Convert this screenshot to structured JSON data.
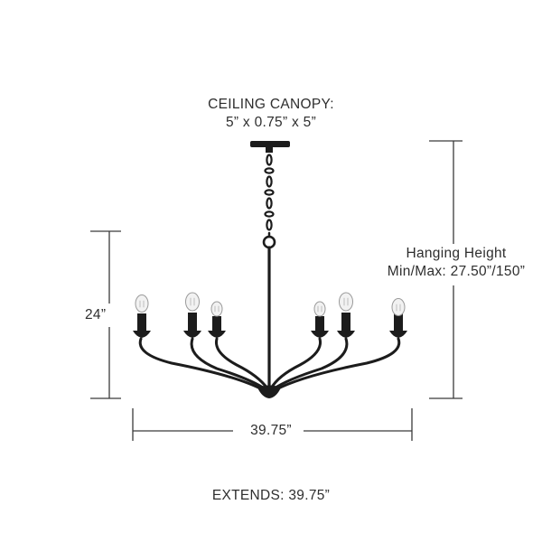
{
  "canopy": {
    "title": "CEILING CANOPY:",
    "dimensions": "5” x 0.75” x 5”"
  },
  "hanging_height": {
    "title": "Hanging Height",
    "range": "Min/Max: 27.50”/150”"
  },
  "height": "24”",
  "width": "39.75”",
  "extends": "EXTENDS: 39.75”",
  "colors": {
    "fixture": "#1c1c1c",
    "dimension_lines": "#3a3a3a",
    "bulb": "#f2f2f2"
  }
}
